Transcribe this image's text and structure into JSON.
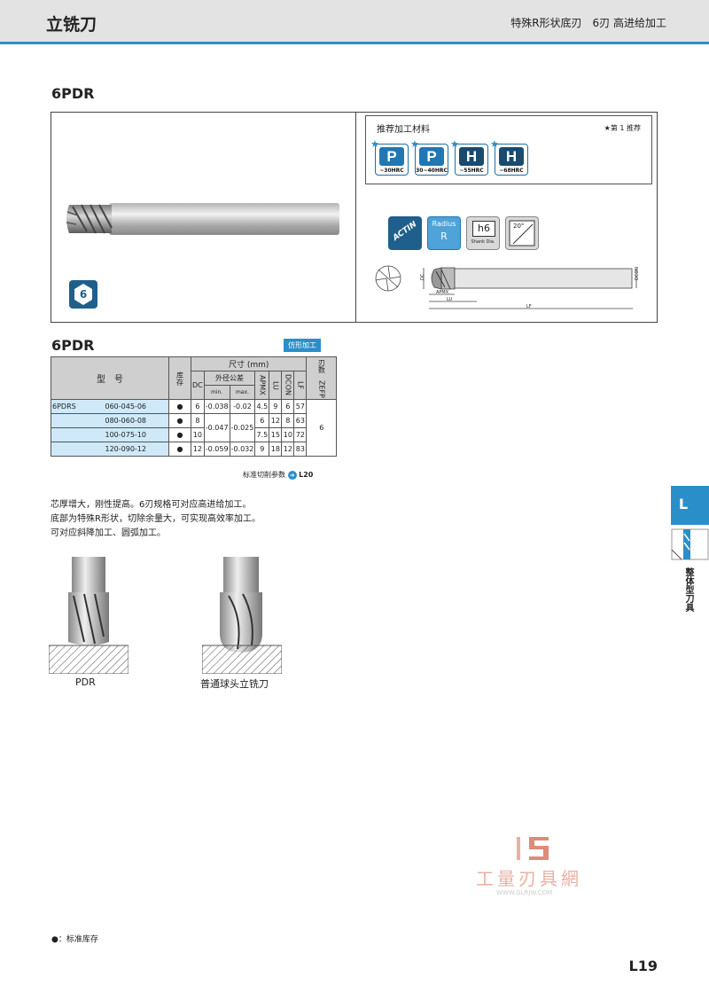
{
  "header": {
    "title": "立铣刀",
    "subtitle": "特殊R形状底刃　6刃 高进给加工"
  },
  "product": {
    "model_title": "6PDR",
    "flute_badge": "6"
  },
  "materials": {
    "label": "推荐加工材料",
    "legend": "★第 1 推荐",
    "items": [
      {
        "letter": "P",
        "range": "~30HRC",
        "color": "#1f77b4"
      },
      {
        "letter": "P",
        "range": "30~40HRC",
        "color": "#1f77b4"
      },
      {
        "letter": "H",
        "range": "~55HRC",
        "color": "#1a4a6e"
      },
      {
        "letter": "H",
        "range": "~68HRC",
        "color": "#1a4a6e"
      }
    ]
  },
  "feature_icons": {
    "coating": "ACTIN",
    "radius_label": "Radius",
    "radius_letter": "R",
    "shank_tol": "h6",
    "shank_label": "Shank Dia.",
    "angle": "20°"
  },
  "drawing_labels": {
    "dc": "DC",
    "dcon": "DCON",
    "apmx": "APMX",
    "lu": "LU",
    "lf": "LF"
  },
  "table": {
    "title": "6PDR",
    "tag": "仿形加工",
    "headers": {
      "model": "型　号",
      "stock": "库存",
      "size": "尺寸 (mm)",
      "dc": "DC",
      "tolerance": "外径公差",
      "min": "min.",
      "max": "max.",
      "apmx": "APMX",
      "lu": "LU",
      "dcon": "DCON",
      "lf": "LF",
      "zefp": "刃数　ZEFP"
    },
    "series": "6PDRS",
    "rows": [
      {
        "code": "060-045-06",
        "stock": "●",
        "dc": "6",
        "min": "-0.038",
        "max": "-0.02",
        "apmx": "4.5",
        "lu": "9",
        "dcon": "6",
        "lf": "57"
      },
      {
        "code": "080-060-08",
        "stock": "●",
        "dc": "8",
        "min": "",
        "max": "",
        "apmx": "6",
        "lu": "12",
        "dcon": "8",
        "lf": "63"
      },
      {
        "code": "100-075-10",
        "stock": "●",
        "dc": "10",
        "min": "",
        "max": "",
        "apmx": "7.5",
        "lu": "15",
        "dcon": "10",
        "lf": "72"
      },
      {
        "code": "120-090-12",
        "stock": "●",
        "dc": "12",
        "min": "-0.059",
        "max": "-0.032",
        "apmx": "9",
        "lu": "18",
        "dcon": "12",
        "lf": "83"
      }
    ],
    "merged_min": "-0.047",
    "merged_max": "-0.025",
    "zefp": "6",
    "reference": "标准切削参数",
    "reference_page": "L20"
  },
  "description": [
    "芯厚增大，刚性提高。6刃规格可对应高进给加工。",
    "底部为特殊R形状，切除余量大，可实现高效率加工。",
    "可对应斜降加工、圆弧加工。"
  ],
  "comparison": {
    "left_caption": "PDR",
    "right_caption": "普通球头立铣刀"
  },
  "side": {
    "tab": "L",
    "label": "整体型刀具"
  },
  "footnote": "●：标准库存",
  "page_number": "L19",
  "watermark": {
    "text": "工量刃具網",
    "url": "WWW.GLRJW.COM"
  }
}
